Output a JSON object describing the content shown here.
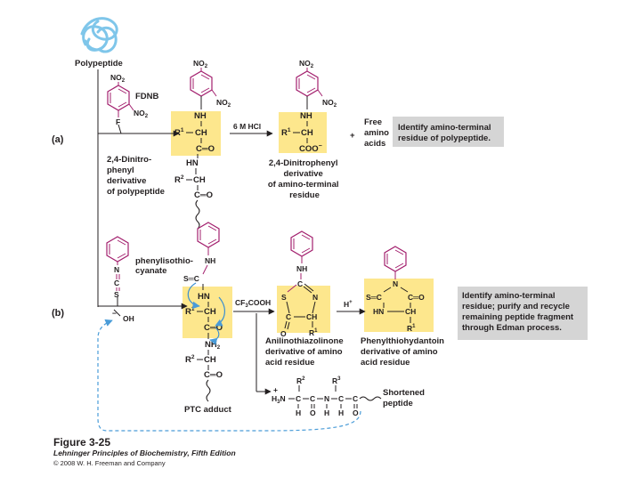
{
  "colors": {
    "bond": "#231f20",
    "magenta": "#a3206e",
    "highlight": "#fde78d",
    "note_box": "#d5d5d5",
    "recycle_arrow": "#4a9cd8",
    "curved_arrow": "#3b8fd0",
    "polypeptide_icon": "#7fc6ea"
  },
  "icons": {
    "polypeptide": "folded-protein-icon"
  },
  "a": {
    "part": "(a)",
    "polypeptide": "Polypeptide",
    "no2": "NO",
    "no2_sub": "2",
    "fdnb": "FDNB",
    "f": "F",
    "nh": "NH",
    "r1": "R",
    "r1_sup": "1",
    "ch": "CH",
    "c_eq_o": "C═O",
    "hn": "HN",
    "r2": "R",
    "r2_sup": "2",
    "c_eq_o_2": "C═O",
    "reagent": "6 M HCl",
    "coo": "COO",
    "coo_charge": "−",
    "plus": "+",
    "free1": "Free",
    "free2": "amino",
    "free3": "acids",
    "left_label": [
      "2,4-Dinitro-",
      "phenyl",
      "derivative",
      "of polypeptide"
    ],
    "mid_label": [
      "2,4-Dinitrophenyl",
      "derivative",
      "of amino-terminal",
      "residue"
    ],
    "note": [
      "Identify amino-terminal",
      "residue of polypeptide."
    ]
  },
  "b": {
    "part": "(b)",
    "phenyl_label": [
      "phenylisothio-",
      "cyanate"
    ],
    "n": "N",
    "c": "C",
    "s": "S",
    "oh": "OH",
    "oh_charge": "−",
    "nh": "NH",
    "s_eq_c": "S═C",
    "hn": "HN",
    "r1": "R",
    "r1_sup": "1",
    "ch": "CH",
    "c_eq_o": "C═O",
    "nh2": "NH",
    "nh2_sub": "2",
    "r2": "R",
    "r2_sup": "2",
    "c_eq_o_2": "C═O",
    "adduct": "PTC adduct",
    "reagent": "CF",
    "reagent_sub": "3",
    "reagent_tail": "COOH",
    "hplus": "H",
    "hplus_sup": "+",
    "ath_s": "S",
    "ath_c": "C",
    "ath_n": "N",
    "ath_ch": "CH",
    "ath_o": "O",
    "ath_r1": "R",
    "ath_r1_sup": "1",
    "ath_label": [
      "Anilinothiazolinone",
      "derivative of amino",
      "acid residue"
    ],
    "pth_n": "N",
    "pth_s_eq_c": "S═C",
    "pth_c_eq_o": "C═O",
    "pth_hn": "HN",
    "pth_ch": "CH",
    "pth_r1": "R",
    "pth_r1_sup": "1",
    "pth_label": [
      "Phenylthiohydantoin",
      "derivative of amino",
      "acid residue"
    ],
    "note": [
      "Identify amino-terminal",
      "residue; purify and recycle",
      "remaining peptide fragment",
      "through Edman process."
    ],
    "short_r2": "R",
    "short_r2_sup": "2",
    "short_r3": "R",
    "short_r3_sup": "3",
    "short_plus": "+",
    "short_h3n": "H",
    "short_h3n_sub": "3",
    "short_h3n_tail": "N",
    "short_c": "C",
    "short_n": "N",
    "short_h": "H",
    "short_o": "O",
    "short_label": [
      "Shortened",
      "peptide"
    ]
  },
  "caption": {
    "title": "Figure 3-25",
    "subtitle": "Lehninger Principles of Biochemistry, Fifth Edition",
    "copyright": "© 2008 W. H. Freeman and Company"
  }
}
